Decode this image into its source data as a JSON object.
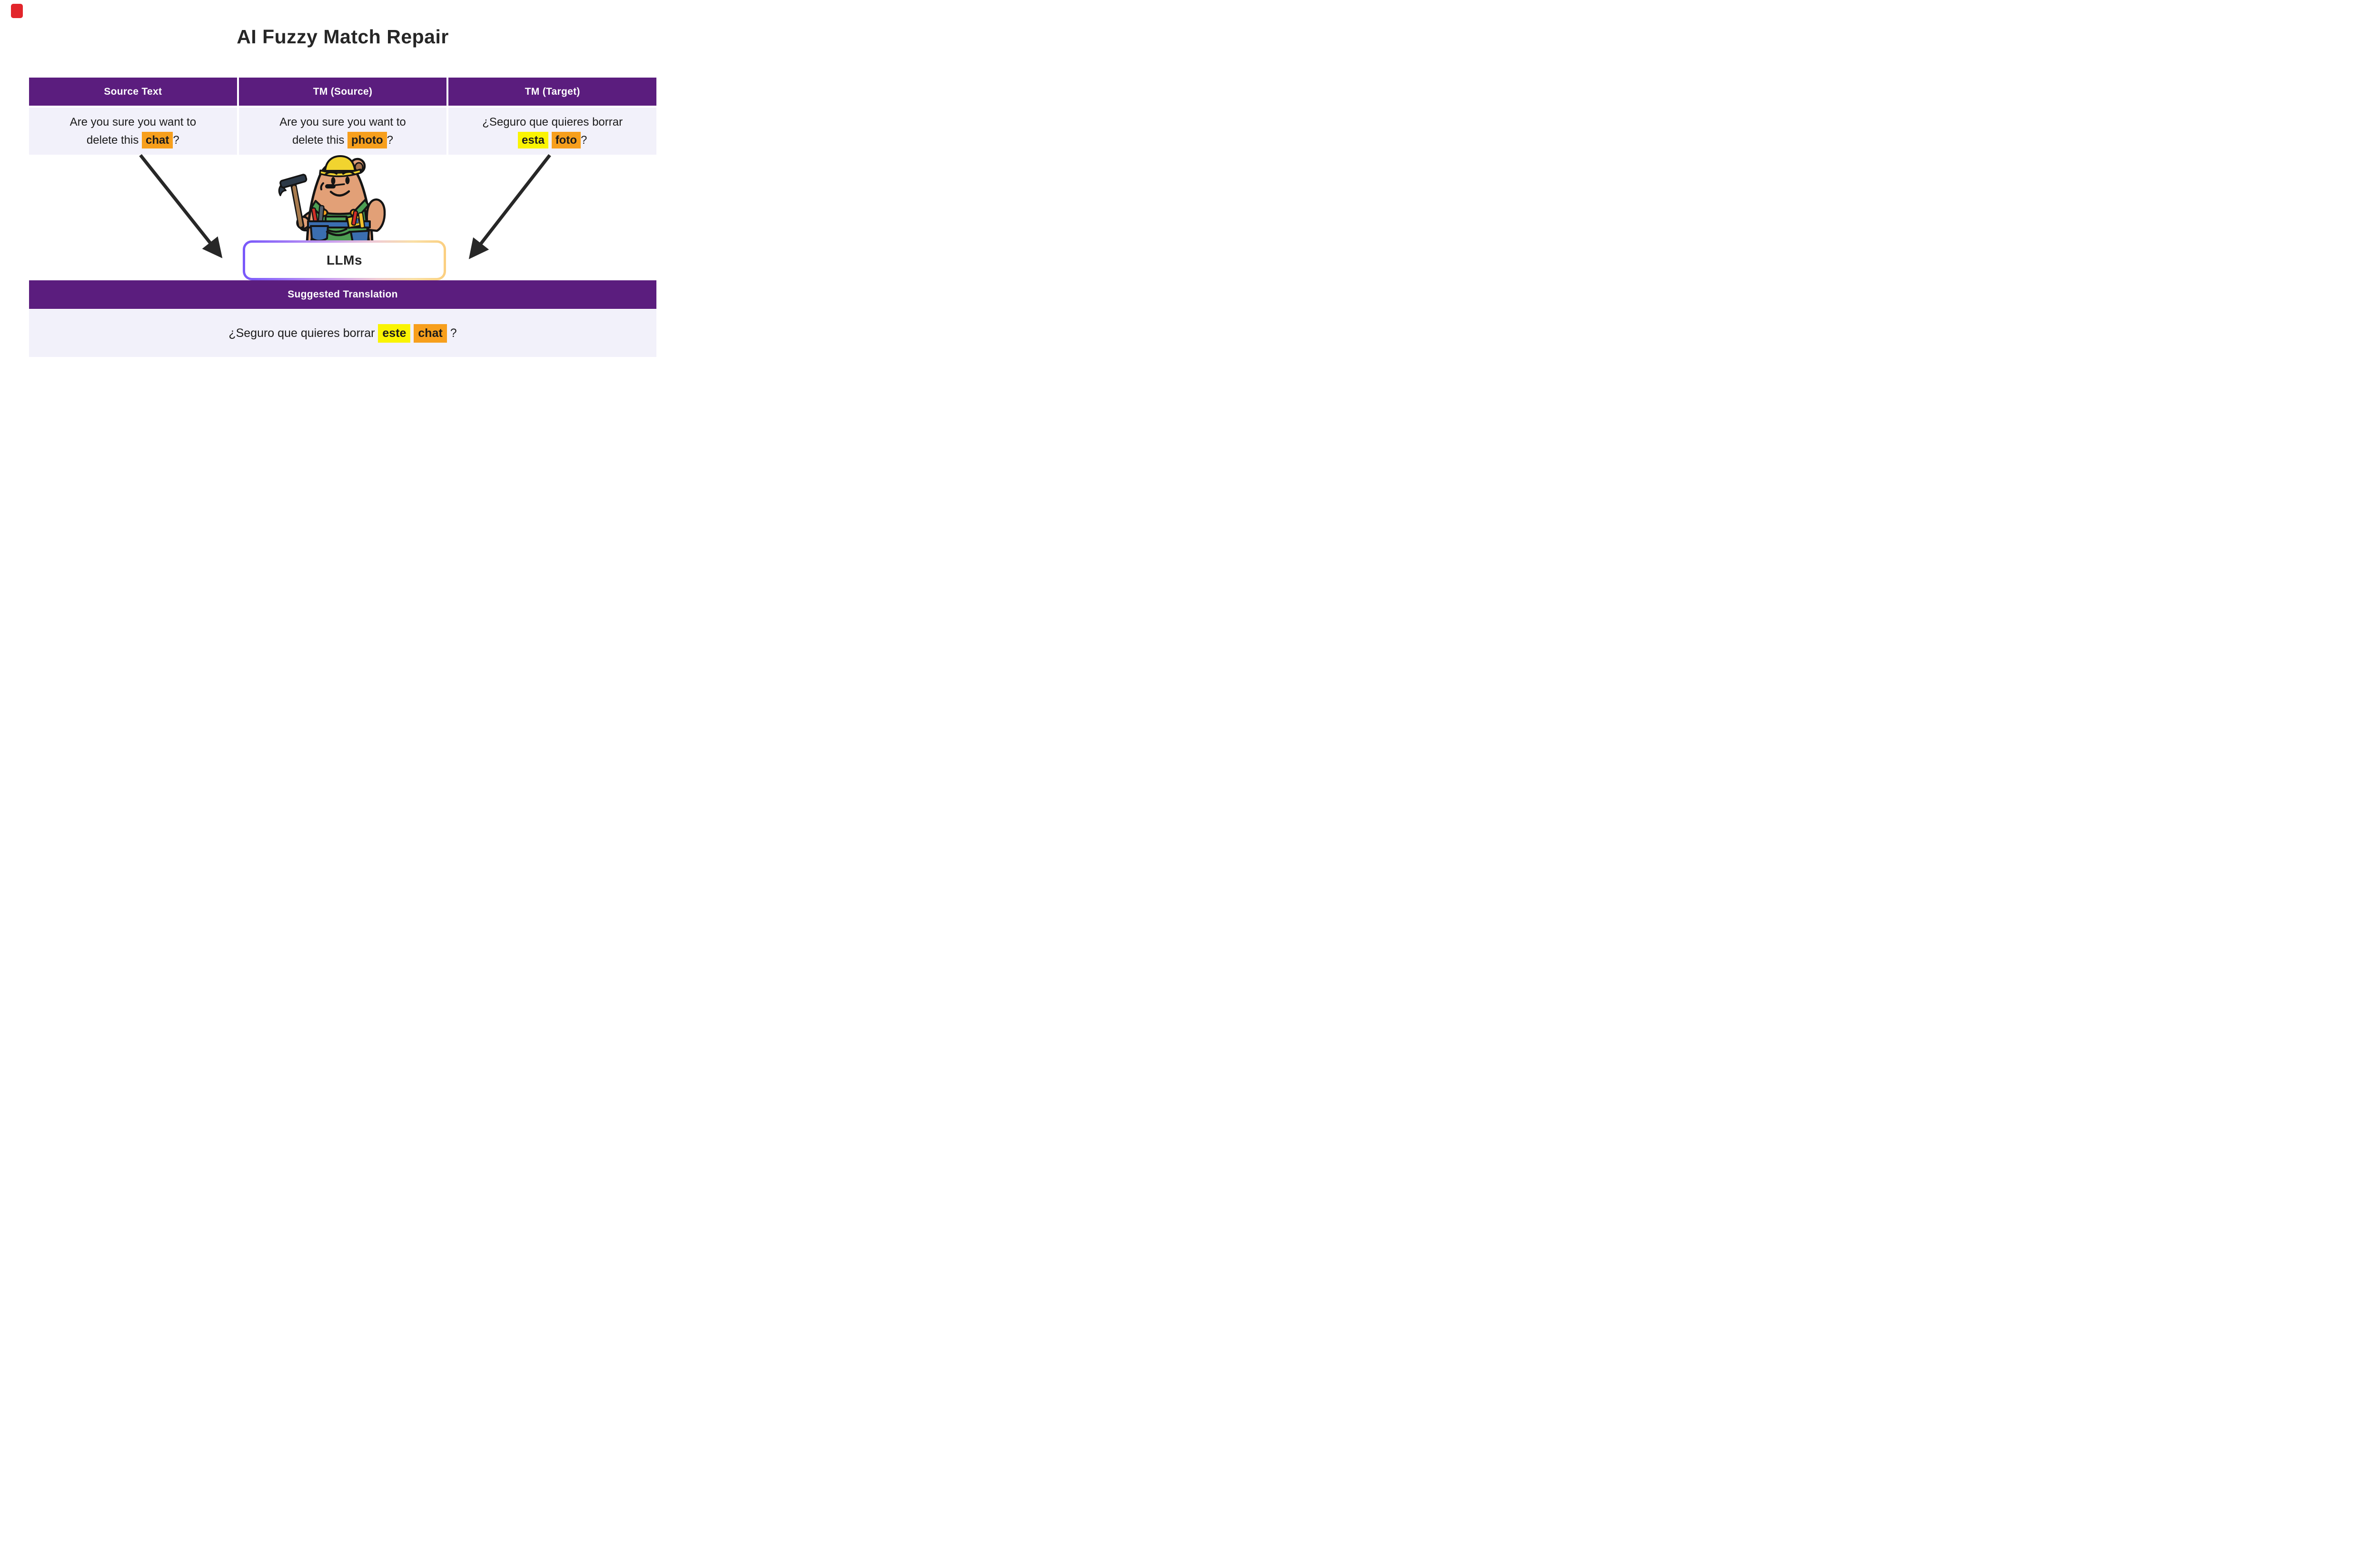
{
  "page": {
    "title": "AI Fuzzy Match Repair"
  },
  "colors": {
    "header_purple": "#5b1d7e",
    "cell_lavender": "#f2f1fa",
    "highlight_orange": "#f79f1c",
    "highlight_yellow": "#faf402",
    "arrow_black": "#272727",
    "gradient_left": "#7857fa",
    "gradient_right": "#fbcf80"
  },
  "marker": {
    "icon": "red-corner-marker"
  },
  "mascot": {
    "icon": "builder-bear-with-hammer-icon"
  },
  "table": {
    "headers": [
      "Source Text",
      "TM (Source)",
      "TM (Target)"
    ],
    "cells": [
      {
        "segments": [
          {
            "t": "Are you sure you want to delete this "
          },
          {
            "t": "chat",
            "h": "orange"
          },
          {
            "t": "?"
          }
        ]
      },
      {
        "segments": [
          {
            "t": "Are you sure you want to delete this "
          },
          {
            "t": "photo",
            "h": "orange"
          },
          {
            "t": "?"
          }
        ]
      },
      {
        "segments": [
          {
            "t": "¿Seguro que quieres borrar "
          },
          {
            "t": "esta",
            "h": "yellow"
          },
          {
            "t": " "
          },
          {
            "t": "foto",
            "h": "orange"
          },
          {
            "t": "?"
          }
        ]
      }
    ]
  },
  "llm_box": {
    "label": "LLMs"
  },
  "result": {
    "header": "Suggested Translation",
    "segments": [
      {
        "t": "¿Seguro que quieres borrar "
      },
      {
        "t": "este",
        "h": "yellow"
      },
      {
        "t": " "
      },
      {
        "t": "chat",
        "h": "orange"
      },
      {
        "t": " ?"
      }
    ]
  }
}
